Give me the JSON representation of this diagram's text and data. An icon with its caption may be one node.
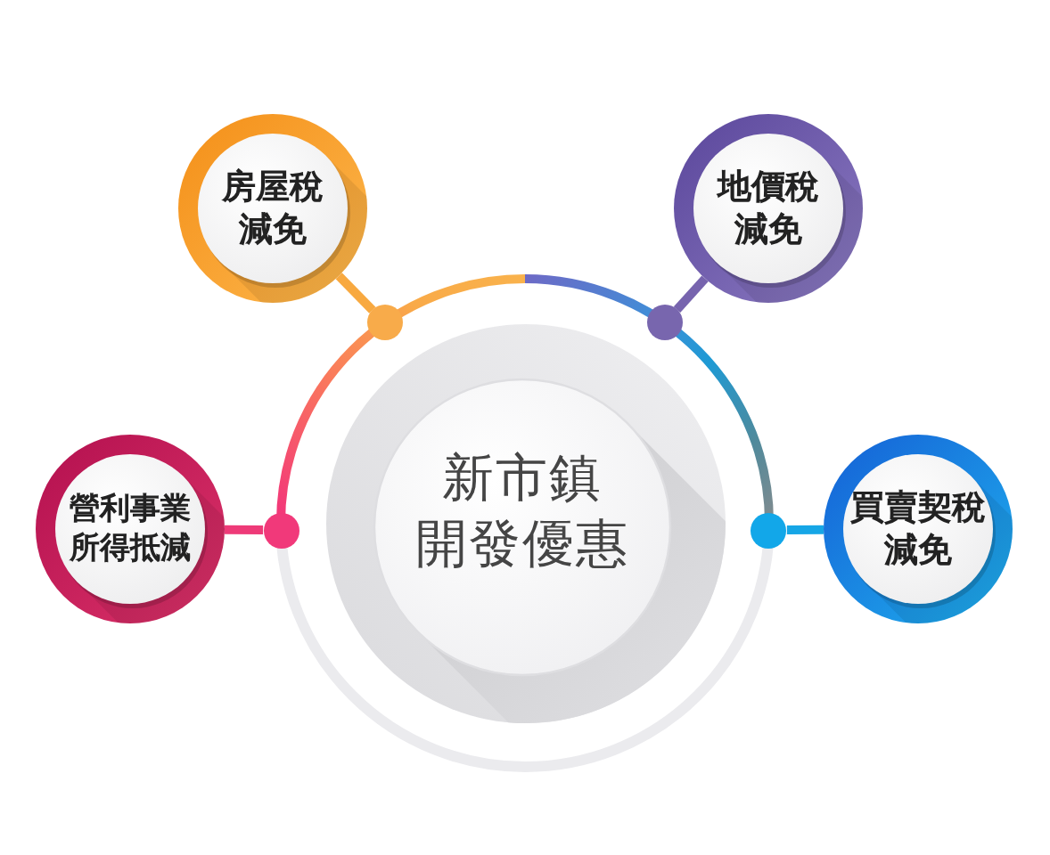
{
  "diagram": {
    "nodes": [
      {
        "text": [
          "新市鎮開發優惠"
        ]
      },
      {
        "text": [
          "房屋稅減免"
        ]
      },
      {
        "text": [
          "地價稅減免"
        ]
      },
      {
        "text": [
          "營利事業所得抵減"
        ]
      },
      {
        "text": [
          "買賣契稅減免"
        ]
      },
      {
        "text": [],
        "shape": "circle"
      },
      {
        "text": [],
        "shape": "circle"
      },
      {
        "text": [],
        "shape": "circle"
      },
      {
        "text": [],
        "shape": "circle"
      }
    ],
    "edges": [
      {
        "from": 1,
        "to": 6,
        "arrow": "none",
        "color": "#f8a940"
      },
      {
        "from": 2,
        "to": 7,
        "arrow": "none",
        "color": "#7764ae"
      },
      {
        "from": 3,
        "to": 5,
        "arrow": "none",
        "color": "#ee3a78"
      },
      {
        "from": 4,
        "to": 8,
        "arrow": "none",
        "color": "#16a6e6"
      }
    ]
  }
}
